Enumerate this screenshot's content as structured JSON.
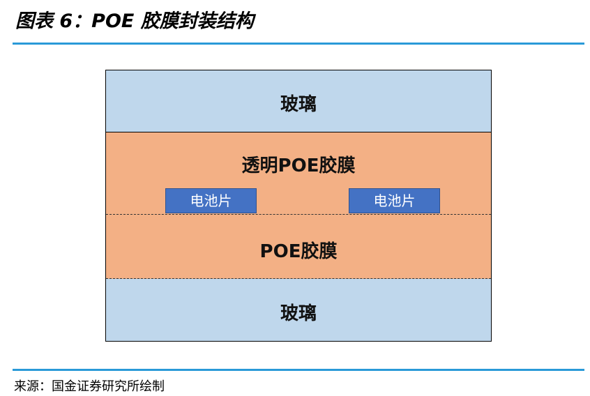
{
  "header": {
    "title": "图表 6：POE 胶膜封装结构"
  },
  "diagram": {
    "glass_top": "玻璃",
    "poe_clear": "透明POE胶膜",
    "cells": [
      "电池片",
      "电池片"
    ],
    "poe_base": "POE胶膜",
    "glass_bottom": "玻璃"
  },
  "footer": {
    "source": "来源：国金证券研究所绘制"
  },
  "colors": {
    "rule": "#2a9ad8",
    "glass": "#bfd7ec",
    "poe": "#f3b085",
    "cell": "#4472c4"
  }
}
